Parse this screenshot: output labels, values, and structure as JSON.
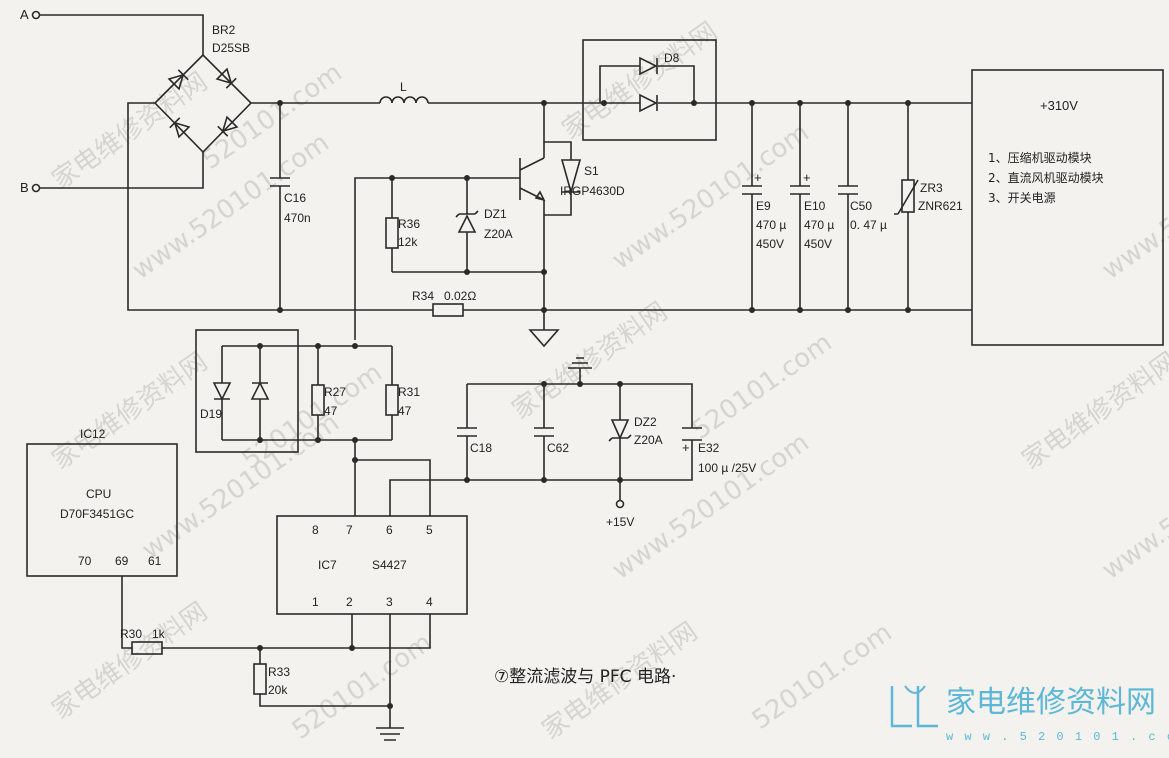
{
  "title": "⑦整流滤波与 PFC 电路·",
  "watermark": {
    "site_cn": "家电维修资料网",
    "url": "520101.com",
    "url_www": "www.520101.com"
  },
  "logo": {
    "cn": "家电维修资料网",
    "url": "w w w . 5 2 0 1 0 1 . c o m",
    "color": "#5cb8d6"
  },
  "terminals": {
    "a": "A",
    "b": "B"
  },
  "components": {
    "br2_ref": "BR2",
    "br2_val": "D25SB",
    "l_ref": "L",
    "c16_ref": "C16",
    "c16_val": "470n",
    "d8_ref": "D8",
    "s1_ref": "S1",
    "s1_val": "IRGP4630D",
    "r36_ref": "R36",
    "r36_val": "12k",
    "dz1_ref": "DZ1",
    "dz1_val": "Z20A",
    "r34_ref": "R34",
    "r34_val": "0.02Ω",
    "e9_ref": "E9",
    "e9_val1": "470 µ",
    "e9_val2": "450V",
    "e10_ref": "E10",
    "e10_val1": "470 µ",
    "e10_val2": "450V",
    "c50_ref": "C50",
    "c50_val": "0. 47 µ",
    "zr3_ref": "ZR3",
    "zr3_val": "ZNR621",
    "d19_ref": "D19",
    "r27_ref": "R27",
    "r27_val": "47",
    "r31_ref": "R31",
    "r31_val": "47",
    "c18_ref": "C18",
    "c62_ref": "C62",
    "dz2_ref": "DZ2",
    "dz2_val": "Z20A",
    "e32_ref": "E32",
    "e32_val": "100 µ /25V",
    "v15": "+15V",
    "r30_ref": "R30",
    "r30_val": "1k",
    "r33_ref": "R33",
    "r33_val": "20k"
  },
  "ic12": {
    "ref": "IC12",
    "name": "CPU",
    "part": "D70F3451GC",
    "pins": [
      "70",
      "69",
      "61"
    ]
  },
  "ic7": {
    "ref": "IC7",
    "part": "S4427",
    "top_pins": [
      "8",
      "7",
      "6",
      "5"
    ],
    "bottom_pins": [
      "1",
      "2",
      "3",
      "4"
    ]
  },
  "load_box": {
    "voltage": "+310V",
    "items": [
      "1、压缩机驱动模块",
      "2、直流风机驱动模块",
      "3、开关电源"
    ]
  }
}
